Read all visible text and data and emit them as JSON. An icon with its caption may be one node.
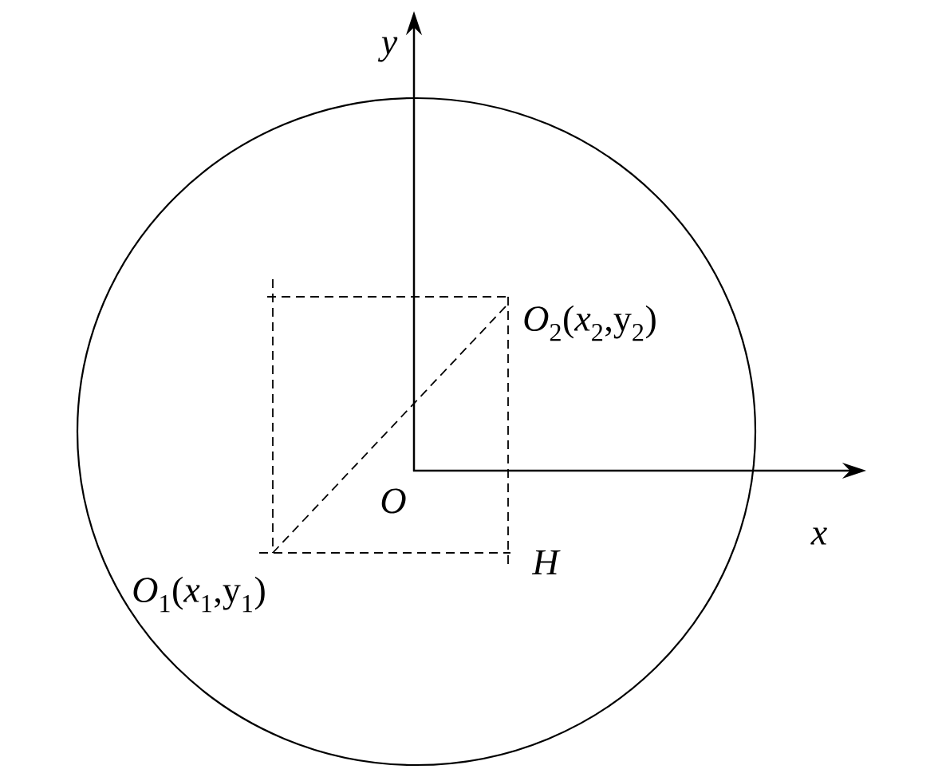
{
  "diagram": {
    "labels": [
      "y",
      "*O*$_{2}$(*x*$_{2}$,y$_{2}$)",
      "O",
      "x",
      "H",
      "*O*$_{1}$(*x*$_{1}$,y$_{1}$)"
    ]
  }
}
